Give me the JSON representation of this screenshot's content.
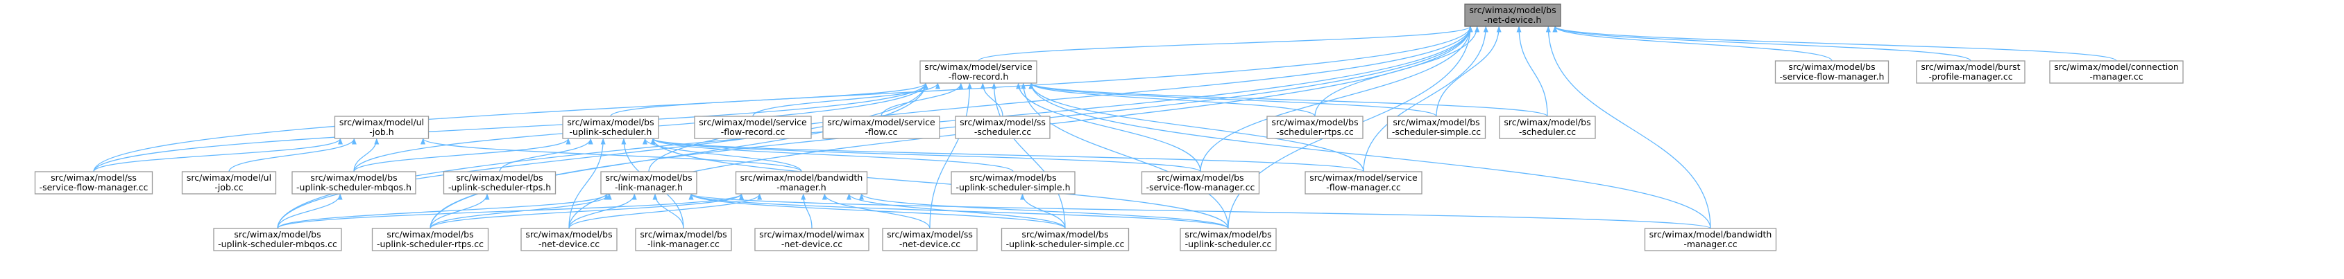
{
  "nodes": [
    {
      "id": "bs_netdevice_h",
      "lines": [
        "src/wimax/model/bs",
        "-net-device.h"
      ],
      "root": true
    },
    {
      "id": "service_flow_record_h",
      "lines": [
        "src/wimax/model/service",
        "-flow-record.h"
      ]
    },
    {
      "id": "bs_service_flow_manager_h",
      "lines": [
        "src/wimax/model/bs",
        "-service-flow-manager.h"
      ]
    },
    {
      "id": "burst_profile_manager_cc",
      "lines": [
        "src/wimax/model/burst",
        "-profile-manager.cc"
      ]
    },
    {
      "id": "connection_manager_cc",
      "lines": [
        "src/wimax/model/connection",
        "-manager.cc"
      ]
    },
    {
      "id": "ul_job_h",
      "lines": [
        "src/wimax/model/ul",
        "-job.h"
      ]
    },
    {
      "id": "bs_uplink_scheduler_h",
      "lines": [
        "src/wimax/model/bs",
        "-uplink-scheduler.h"
      ]
    },
    {
      "id": "service_flow_record_cc",
      "lines": [
        "src/wimax/model/service",
        "-flow-record.cc"
      ]
    },
    {
      "id": "service_flow_cc",
      "lines": [
        "src/wimax/model/service",
        "-flow.cc"
      ]
    },
    {
      "id": "ss_scheduler_cc",
      "lines": [
        "src/wimax/model/ss",
        "-scheduler.cc"
      ]
    },
    {
      "id": "bs_scheduler_rtps_cc",
      "lines": [
        "src/wimax/model/bs",
        "-scheduler-rtps.cc"
      ]
    },
    {
      "id": "bs_scheduler_simple_cc",
      "lines": [
        "src/wimax/model/bs",
        "-scheduler-simple.cc"
      ]
    },
    {
      "id": "bs_scheduler_cc",
      "lines": [
        "src/wimax/model/bs",
        "-scheduler.cc"
      ]
    },
    {
      "id": "ss_service_flow_manager_cc",
      "lines": [
        "src/wimax/model/ss",
        "-service-flow-manager.cc"
      ]
    },
    {
      "id": "ul_job_cc",
      "lines": [
        "src/wimax/model/ul",
        "-job.cc"
      ]
    },
    {
      "id": "bs_uplink_scheduler_mbqos_h",
      "lines": [
        "src/wimax/model/bs",
        "-uplink-scheduler-mbqos.h"
      ]
    },
    {
      "id": "bs_uplink_scheduler_rtps_h",
      "lines": [
        "src/wimax/model/bs",
        "-uplink-scheduler-rtps.h"
      ]
    },
    {
      "id": "bs_link_manager_h",
      "lines": [
        "src/wimax/model/bs",
        "-link-manager.h"
      ]
    },
    {
      "id": "bandwidth_manager_h",
      "lines": [
        "src/wimax/model/bandwidth",
        "-manager.h"
      ]
    },
    {
      "id": "bs_uplink_scheduler_simple_h",
      "lines": [
        "src/wimax/model/bs",
        "-uplink-scheduler-simple.h"
      ]
    },
    {
      "id": "bs_service_flow_manager_cc",
      "lines": [
        "src/wimax/model/bs",
        "-service-flow-manager.cc"
      ]
    },
    {
      "id": "service_flow_manager_cc",
      "lines": [
        "src/wimax/model/service",
        "-flow-manager.cc"
      ]
    },
    {
      "id": "bs_uplink_scheduler_mbqos_cc",
      "lines": [
        "src/wimax/model/bs",
        "-uplink-scheduler-mbqos.cc"
      ]
    },
    {
      "id": "bs_uplink_scheduler_rtps_cc",
      "lines": [
        "src/wimax/model/bs",
        "-uplink-scheduler-rtps.cc"
      ]
    },
    {
      "id": "bs_net_device_cc",
      "lines": [
        "src/wimax/model/bs",
        "-net-device.cc"
      ]
    },
    {
      "id": "bs_link_manager_cc",
      "lines": [
        "src/wimax/model/bs",
        "-link-manager.cc"
      ]
    },
    {
      "id": "wimax_net_device_cc",
      "lines": [
        "src/wimax/model/wimax",
        "-net-device.cc"
      ]
    },
    {
      "id": "ss_net_device_cc",
      "lines": [
        "src/wimax/model/ss",
        "-net-device.cc"
      ]
    },
    {
      "id": "bs_uplink_scheduler_simple_cc",
      "lines": [
        "src/wimax/model/bs",
        "-uplink-scheduler-simple.cc"
      ]
    },
    {
      "id": "bs_uplink_scheduler_cc",
      "lines": [
        "src/wimax/model/bs",
        "-uplink-scheduler.cc"
      ]
    },
    {
      "id": "bandwidth_manager_cc",
      "lines": [
        "src/wimax/model/bandwidth",
        "-manager.cc"
      ]
    }
  ],
  "edges": [
    [
      "service_flow_record_h",
      "bs_netdevice_h"
    ],
    [
      "bs_service_flow_manager_h",
      "bs_netdevice_h"
    ],
    [
      "burst_profile_manager_cc",
      "bs_netdevice_h"
    ],
    [
      "connection_manager_cc",
      "bs_netdevice_h"
    ],
    [
      "bs_scheduler_rtps_cc",
      "bs_netdevice_h"
    ],
    [
      "bs_scheduler_simple_cc",
      "bs_netdevice_h"
    ],
    [
      "bs_scheduler_cc",
      "bs_netdevice_h"
    ],
    [
      "bs_link_manager_h",
      "bs_netdevice_h"
    ],
    [
      "ss_service_flow_manager_cc",
      "bs_netdevice_h"
    ],
    [
      "bs_service_flow_manager_cc",
      "bs_netdevice_h"
    ],
    [
      "service_flow_manager_cc",
      "bs_netdevice_h"
    ],
    [
      "bs_uplink_scheduler_mbqos_cc",
      "bs_netdevice_h"
    ],
    [
      "bs_uplink_scheduler_rtps_cc",
      "bs_netdevice_h"
    ],
    [
      "bs_net_device_cc",
      "bs_netdevice_h"
    ],
    [
      "bs_uplink_scheduler_cc",
      "bs_netdevice_h"
    ],
    [
      "bandwidth_manager_cc",
      "bs_netdevice_h"
    ],
    [
      "bs_uplink_scheduler_h",
      "service_flow_record_h"
    ],
    [
      "service_flow_record_cc",
      "service_flow_record_h"
    ],
    [
      "service_flow_cc",
      "service_flow_record_h"
    ],
    [
      "ss_scheduler_cc",
      "service_flow_record_h"
    ],
    [
      "bs_scheduler_rtps_cc",
      "service_flow_record_h"
    ],
    [
      "bs_scheduler_simple_cc",
      "service_flow_record_h"
    ],
    [
      "bs_scheduler_cc",
      "service_flow_record_h"
    ],
    [
      "ss_service_flow_manager_cc",
      "service_flow_record_h"
    ],
    [
      "bs_uplink_scheduler_mbqos_h",
      "service_flow_record_h"
    ],
    [
      "bs_service_flow_manager_cc",
      "service_flow_record_h"
    ],
    [
      "service_flow_manager_cc",
      "service_flow_record_h"
    ],
    [
      "bs_uplink_scheduler_mbqos_cc",
      "service_flow_record_h"
    ],
    [
      "bs_uplink_scheduler_rtps_cc",
      "service_flow_record_h"
    ],
    [
      "bs_uplink_scheduler_simple_cc",
      "service_flow_record_h"
    ],
    [
      "bs_uplink_scheduler_cc",
      "service_flow_record_h"
    ],
    [
      "bandwidth_manager_cc",
      "service_flow_record_h"
    ],
    [
      "ss_net_device_cc",
      "service_flow_record_h"
    ],
    [
      "ul_job_cc",
      "ul_job_h"
    ],
    [
      "bs_uplink_scheduler_mbqos_h",
      "ul_job_h"
    ],
    [
      "bandwidth_manager_h",
      "ul_job_h"
    ],
    [
      "bs_uplink_scheduler_mbqos_h",
      "bs_uplink_scheduler_h"
    ],
    [
      "bs_uplink_scheduler_rtps_h",
      "bs_uplink_scheduler_h"
    ],
    [
      "bandwidth_manager_h",
      "bs_uplink_scheduler_h"
    ],
    [
      "bs_uplink_scheduler_simple_h",
      "bs_uplink_scheduler_h"
    ],
    [
      "bs_service_flow_manager_cc",
      "bs_uplink_scheduler_h"
    ],
    [
      "service_flow_manager_cc",
      "bs_uplink_scheduler_h"
    ],
    [
      "bs_net_device_cc",
      "bs_uplink_scheduler_h"
    ],
    [
      "bs_link_manager_cc",
      "bs_uplink_scheduler_h"
    ],
    [
      "bs_uplink_scheduler_cc",
      "bs_uplink_scheduler_h"
    ],
    [
      "ss_service_flow_manager_cc",
      "ul_job_h"
    ],
    [
      "bs_uplink_scheduler_mbqos_cc",
      "bs_uplink_scheduler_mbqos_h"
    ],
    [
      "bs_uplink_scheduler_rtps_cc",
      "bs_uplink_scheduler_rtps_h"
    ],
    [
      "bs_uplink_scheduler_mbqos_cc",
      "bs_link_manager_h"
    ],
    [
      "bs_uplink_scheduler_rtps_cc",
      "bs_link_manager_h"
    ],
    [
      "bs_net_device_cc",
      "bs_link_manager_h"
    ],
    [
      "bs_link_manager_cc",
      "bs_link_manager_h"
    ],
    [
      "bs_uplink_scheduler_simple_cc",
      "bs_link_manager_h"
    ],
    [
      "bs_uplink_scheduler_cc",
      "bs_link_manager_h"
    ],
    [
      "bandwidth_manager_cc",
      "bs_link_manager_h"
    ],
    [
      "bs_uplink_scheduler_mbqos_cc",
      "bandwidth_manager_h"
    ],
    [
      "bs_uplink_scheduler_rtps_cc",
      "bandwidth_manager_h"
    ],
    [
      "bs_net_device_cc",
      "bandwidth_manager_h"
    ],
    [
      "wimax_net_device_cc",
      "bandwidth_manager_h"
    ],
    [
      "ss_net_device_cc",
      "bandwidth_manager_h"
    ],
    [
      "bs_uplink_scheduler_simple_cc",
      "bandwidth_manager_h"
    ],
    [
      "bs_uplink_scheduler_cc",
      "bandwidth_manager_h"
    ],
    [
      "bs_uplink_scheduler_simple_cc",
      "bs_uplink_scheduler_simple_h"
    ]
  ]
}
